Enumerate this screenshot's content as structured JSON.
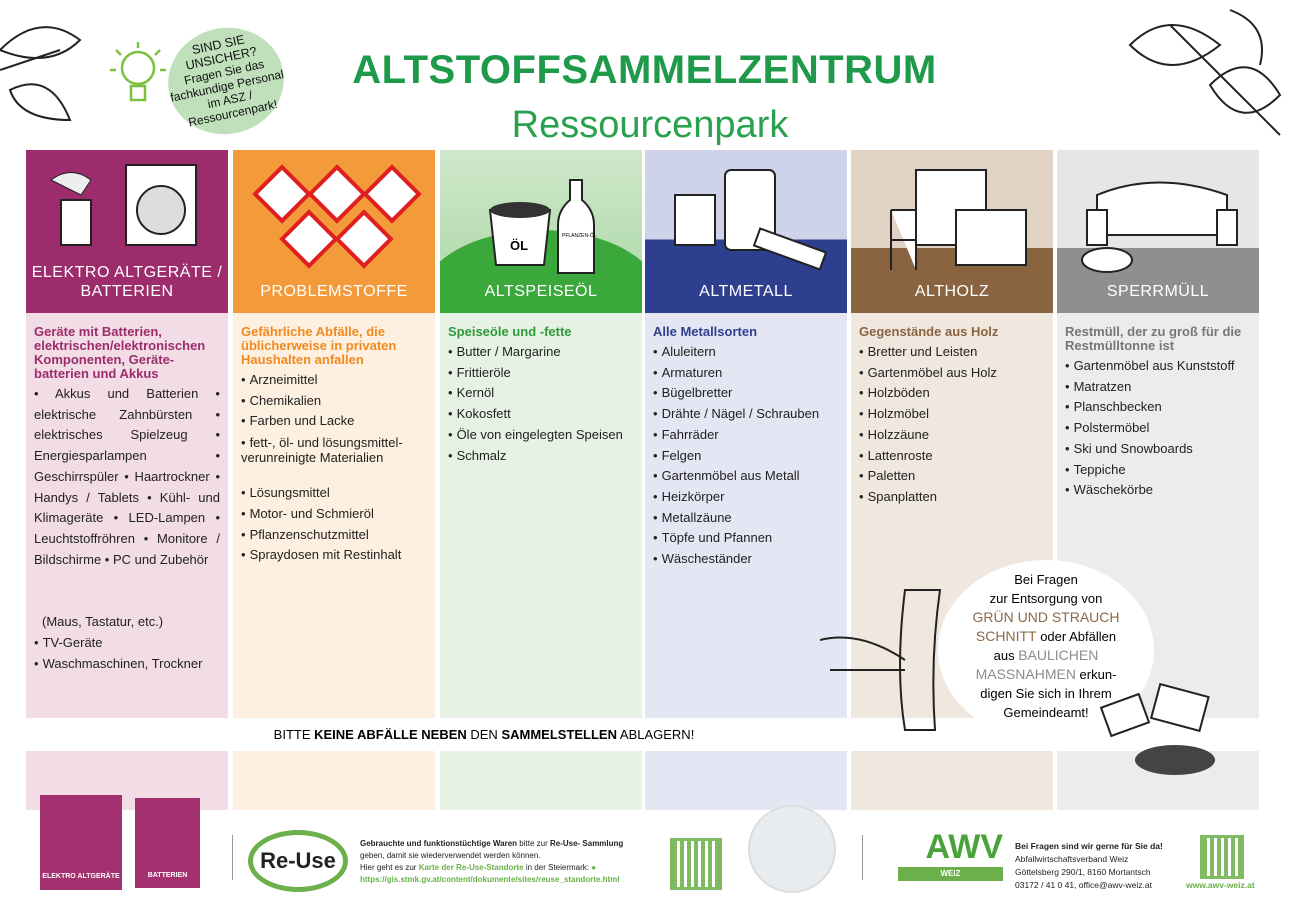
{
  "header": {
    "title": "ALTSTOFFSAMMELZENTRUM",
    "subtitle": "Ressourcenpark"
  },
  "bubble": {
    "heading": "SIND SIE UNSICHER?",
    "text": "Fragen Sie das fachkundige Personal im ASZ / Ressourcenpark!"
  },
  "colors": {
    "elektro": "#9c2c6c",
    "problem": "#f39a3a",
    "oel": "#3aa83a",
    "metall": "#2f3f8f",
    "holz": "#8a6440",
    "sperr": "#8f8f8f"
  },
  "columns": [
    {
      "label": "ELEKTRO ALTGERÄTE / BATTERIEN",
      "title": "Geräte mit Batterien, elektrischen/elektronischen Komponenten, Geräte-batterien und Akkus",
      "flow": "• Akkus und Batterien • elektrische Zahnbürsten • elektrisches Spielzeug • Energiesparlampen • Geschirrspüler • Haartrockner • Handys / Tablets • Kühl- und Klimageräte • LED-Lampen • Leuchtstoffröhren • Monitore / Bildschirme • PC und Zubehör",
      "extra": "(Maus, Tastatur, etc.)",
      "items": [
        "TV-Geräte",
        "Waschmaschinen, Trockner"
      ]
    },
    {
      "label": "PROBLEMSTOFFE",
      "title": "Gefährliche Abfälle, die üblicherweise in privaten Haushalten anfallen",
      "items": [
        "Arzneimittel",
        "Chemikalien",
        "Farben und Lacke",
        "fett-, öl- und lösungsmittel-verunreinigte Materialien",
        "Lösungsmittel",
        "Motor- und Schmieröl",
        "Pflanzenschutzmittel",
        "Spraydosen mit Restinhalt"
      ]
    },
    {
      "label": "ALTSPEISEÖL",
      "title": "Speiseöle und -fette",
      "items": [
        "Butter / Margarine",
        "Frittieröle",
        "Kernöl",
        "Kokosfett",
        "Öle von eingelegten Speisen",
        "Schmalz"
      ],
      "bucket_label": "ÖL",
      "bottle_label": "PFLANZEN-ÖL"
    },
    {
      "label": "ALTMETALL",
      "title": "Alle Metallsorten",
      "items": [
        "Aluleitern",
        "Armaturen",
        "Bügelbretter",
        "Drähte / Nägel / Schrauben",
        "Fahrräder",
        "Felgen",
        "Gartenmöbel aus Metall",
        "Heizkörper",
        "Metallzäune",
        "Töpfe und Pfannen",
        "Wäscheständer"
      ]
    },
    {
      "label": "ALTHOLZ",
      "title": "Gegenstände aus Holz",
      "items": [
        "Bretter und Leisten",
        "Gartenmöbel aus Holz",
        "Holzböden",
        "Holzmöbel",
        "Holzzäune",
        "Lattenroste",
        "Paletten",
        "Spanplatten"
      ]
    },
    {
      "label": "SPERRMÜLL",
      "title": "Restmüll, der zu groß für die Restmülltonne ist",
      "items": [
        "Gartenmöbel aus Kunststoff",
        "Matratzen",
        "Planschbecken",
        "Polstermöbel",
        "Ski und Snowboards",
        "Teppiche",
        "Wäschekörbe"
      ]
    }
  ],
  "banner": {
    "a": "BITTE ",
    "b": "KEINE ABFÄLLE NEBEN",
    "c": " DEN ",
    "d": "SAMMELSTELLEN",
    "e": " ABLAGERN!"
  },
  "circle": {
    "l1": "Bei Fragen",
    "l2": "zur Entsorgung von",
    "g1": "GRÜN UND STRAUCH",
    "g2": "SCHNITT",
    "l3": " oder Abfällen",
    "l4": "aus ",
    "b1": "BAULICHEN",
    "b2": "MASSNAHMEN",
    "l5": " erkun-",
    "l6": "digen Sie sich in Ihrem",
    "l7": "Gemeindeamt!"
  },
  "footer": {
    "badge1": "ELEKTRO ALTGERÄTE",
    "badge2": "BATTERIEN",
    "reuse_logo": "Re-Use",
    "reuse_b1": "Gebrauchte und funktionstüchtige Waren",
    "reuse_t1": " bitte zur ",
    "reuse_b2": "Re-Use- Sammlung",
    "reuse_t2": "geben, damit sie wiederverwendet werden können.",
    "reuse_t3": "Hier geht es zur ",
    "reuse_link": "Karte der Re-Use-Standorte",
    "reuse_t4": " in der Steiermark:",
    "reuse_url": "https://gis.stmk.gv.at/content/dokumente/sites/reuse_standorte.html",
    "awv_logo": "AWV",
    "awv_sub": "WEIZ",
    "contact_head": "Bei Fragen sind wir gerne für Sie da!",
    "contact_1": "Abfallwirtschaftsverband Weiz",
    "contact_2": "Göttelsberg 290/1, 8160 Mortantsch",
    "contact_3": "03172 / 41 0 41, office@awv-weiz.at",
    "web": "www.awv-weiz.at"
  }
}
